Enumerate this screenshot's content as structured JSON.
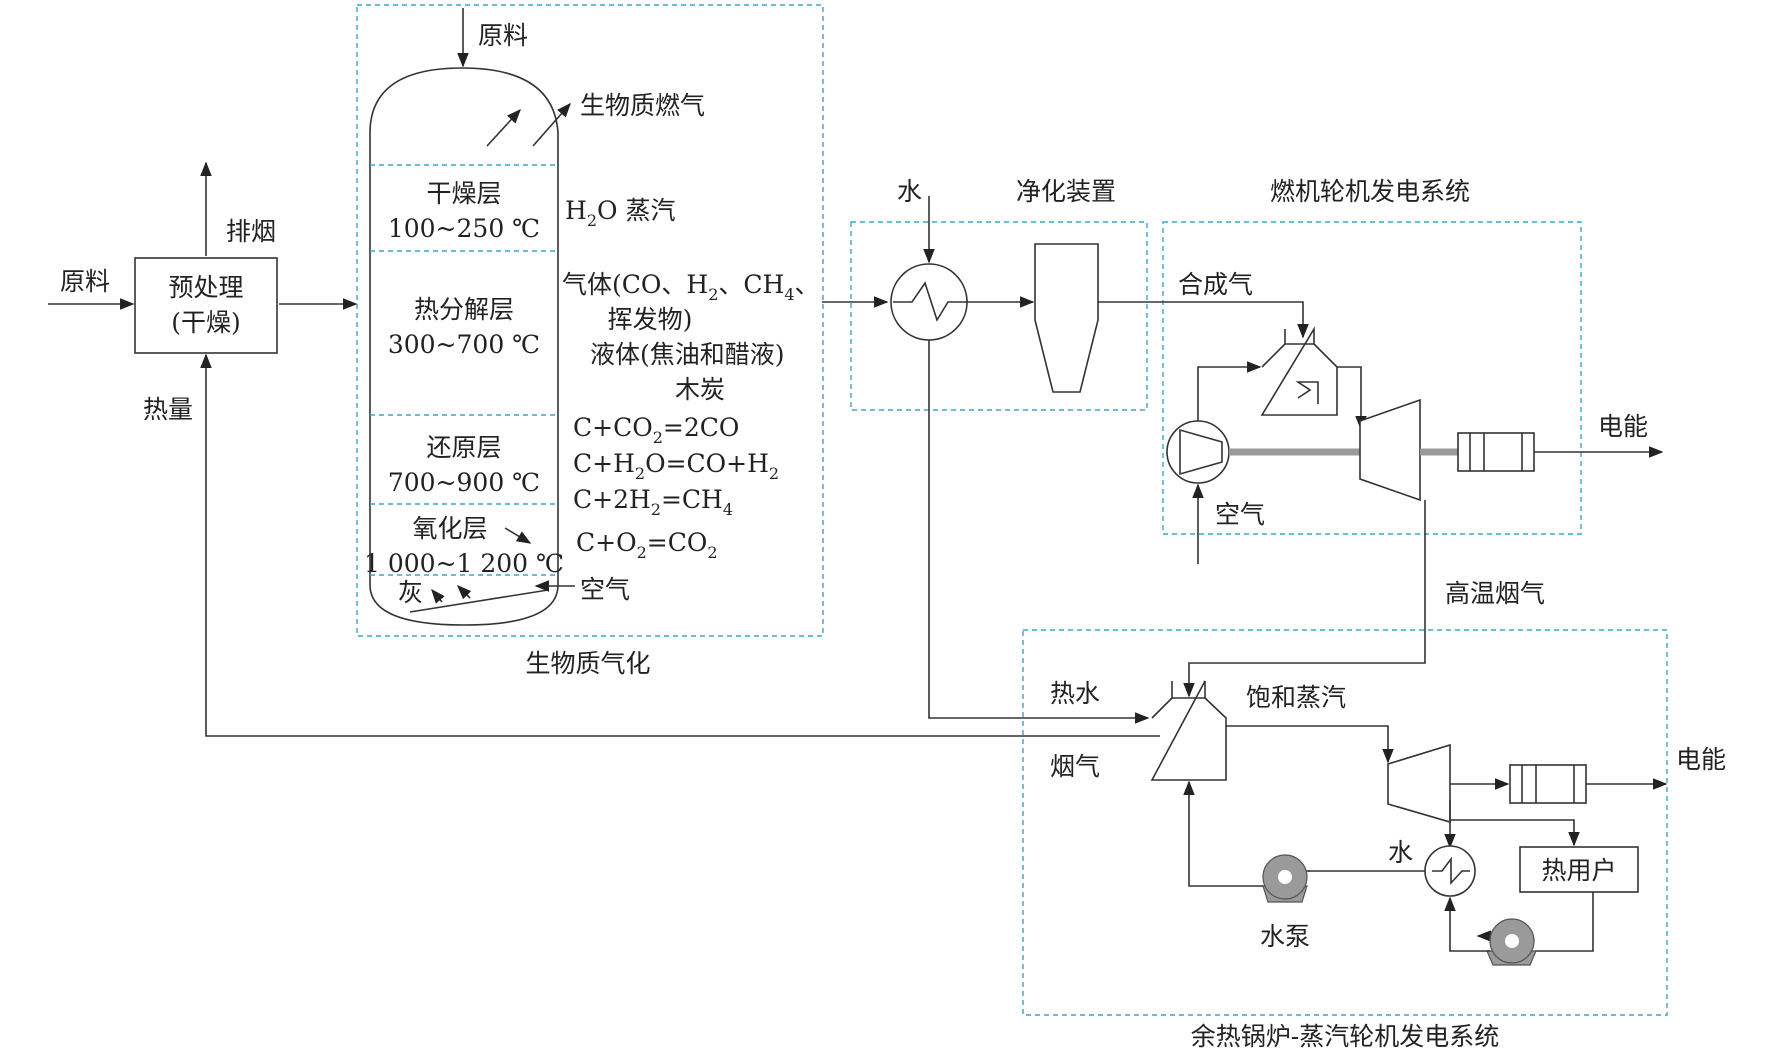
{
  "gasifier": {
    "feed": "原料",
    "product_gas": "生物质燃气",
    "layers": [
      {
        "name": "干燥层",
        "temp": "100~250 ℃"
      },
      {
        "name": "热分解层",
        "temp": "300~700 ℃"
      },
      {
        "name": "还原层",
        "temp": "700~900 ℃"
      },
      {
        "name": "氧化层",
        "temp": "1 000~1 200 ℃"
      }
    ],
    "ash": "灰",
    "air": "空气",
    "title": "生物质气化",
    "outputs": {
      "steam": "蒸汽",
      "gas_line1": "气体(CO、H",
      "gas_line1_b": "、CH",
      "gas_line1_c": "、",
      "gas_line2": "挥发物)",
      "liquid": "液体(焦油和醋液)",
      "charcoal": "木炭"
    },
    "reactions": [
      "C+CO",
      "=2CO",
      "C+H",
      "O=CO+H",
      "C+2H",
      "=CH",
      "C+O",
      "=CO"
    ]
  },
  "pretreatment": {
    "line1": "预处理",
    "line2": "(干燥)",
    "feed": "原料",
    "exhaust": "排烟",
    "heat": "热量"
  },
  "purification": {
    "title": "净化装置",
    "water": "水"
  },
  "gas_turbine": {
    "title": "燃机轮机发电系统",
    "syngas": "合成气",
    "air": "空气",
    "power": "电能"
  },
  "flue_gas": "高温烟气",
  "hrsg": {
    "title": "余热锅炉-蒸汽轮机发电系统",
    "hot_water": "热水",
    "flue": "烟气",
    "saturated_steam": "饱和蒸汽",
    "water": "水",
    "pump": "水泵",
    "heat_user": "热用户",
    "power": "电能"
  },
  "colors": {
    "line": "#333333",
    "dashed_frame": "#3aa6c8",
    "shaft": "#9a9a9a"
  }
}
